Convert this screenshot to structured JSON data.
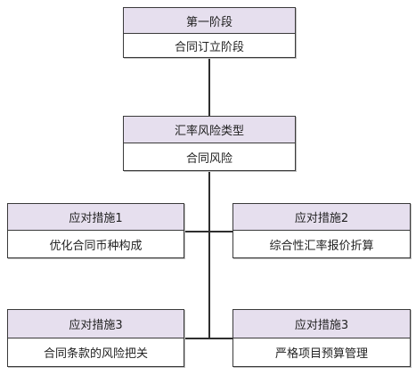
{
  "stage_box": {
    "header": "第一阶段",
    "body": "合同订立阶段"
  },
  "risk_type_box": {
    "header": "汇率风险类型",
    "body": "合同风险"
  },
  "measures": [
    {
      "header": "应对措施1",
      "body": "优化合同币种构成"
    },
    {
      "header": "应对措施2",
      "body": "综合性汇率报价折算"
    },
    {
      "header": "应对措施3",
      "body": "合同条款的风险把关"
    },
    {
      "header": "应对措施3",
      "body": "严格项目预算管理"
    }
  ],
  "colors": {
    "header_fill": "#e6dfee",
    "border": "#3a3a3a",
    "connector": "#2e2e2e"
  }
}
